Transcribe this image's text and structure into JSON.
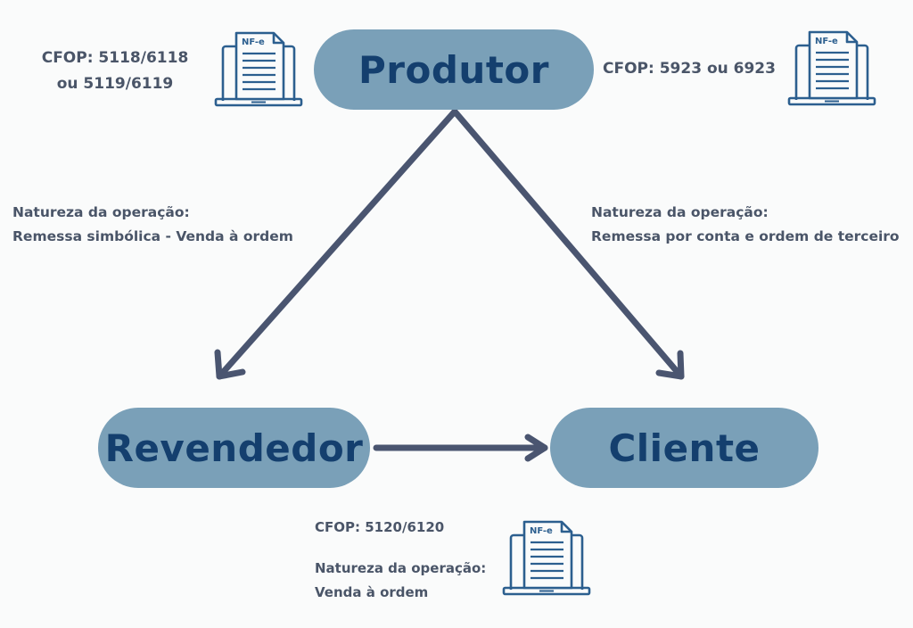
{
  "nodes": {
    "produtor": "Produtor",
    "revendedor": "Revendedor",
    "cliente": "Cliente"
  },
  "produtor_to_revendedor": {
    "cfop_line1": "CFOP: 5118/6118",
    "cfop_line2": "ou 5119/6119",
    "natureza_label": "Natureza da operação:",
    "natureza_value": "Remessa simbólica - Venda à ordem",
    "icon": "nfe-document-laptop-icon",
    "icon_label": "NF-e"
  },
  "produtor_to_cliente": {
    "cfop": "CFOP: 5923 ou 6923",
    "natureza_label": "Natureza da operação:",
    "natureza_value": "Remessa por conta e ordem de terceiro",
    "icon": "nfe-document-laptop-icon",
    "icon_label": "NF-e"
  },
  "revendedor_to_cliente": {
    "cfop": "CFOP: 5120/6120",
    "natureza_label": "Natureza da operação:",
    "natureza_value": "Venda à ordem",
    "icon": "nfe-document-laptop-icon",
    "icon_label": "NF-e"
  },
  "colors": {
    "node_fill": "#7aa0b8",
    "node_text": "#143f6e",
    "arrow": "#4a5570",
    "text": "#4a5568",
    "icon": "#2c5f8f"
  }
}
